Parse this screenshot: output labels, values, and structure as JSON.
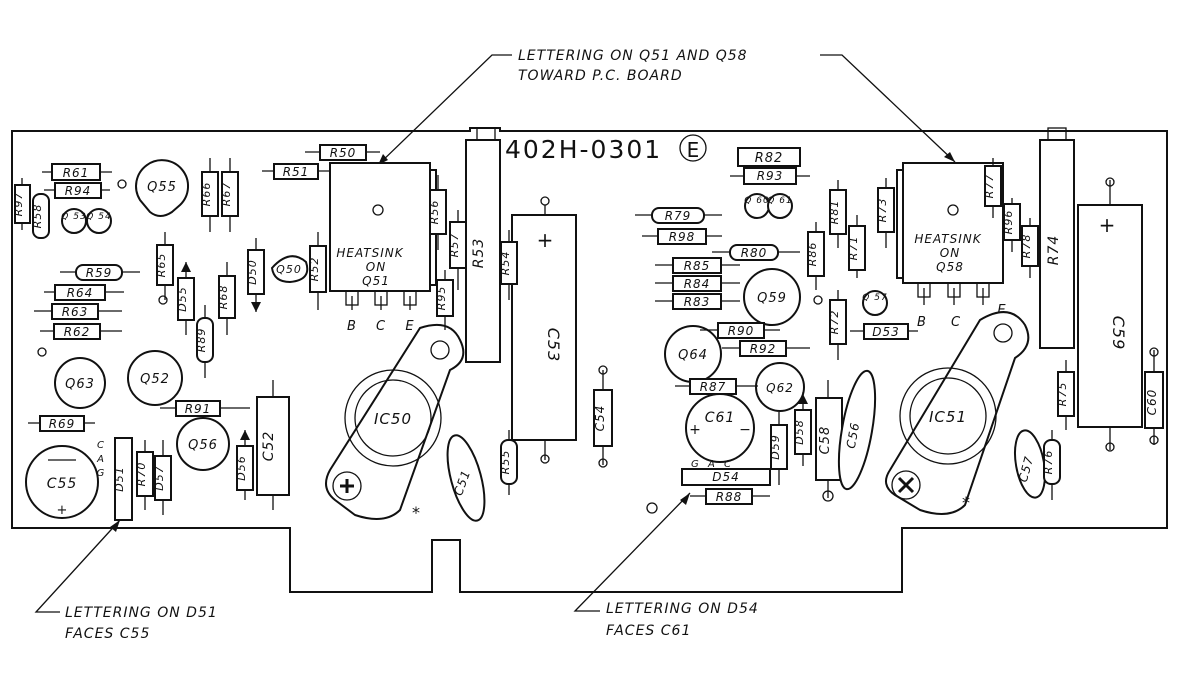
{
  "board": {
    "part_number": "402H-0301",
    "revision": "E"
  },
  "notes": {
    "q51_q58": [
      "LETTERING ON Q51 AND Q58",
      "TOWARD P.C. BOARD"
    ],
    "d51": [
      "LETTERING ON D51",
      "FACES C55"
    ],
    "d54": [
      "LETTERING ON D54",
      "FACES C61"
    ]
  },
  "heatsinks": {
    "q51": [
      "HEATSINK",
      "ON",
      "Q51"
    ],
    "q58": [
      "HEATSINK",
      "ON",
      "Q58"
    ],
    "q51_pins": [
      "B",
      "C",
      "E"
    ],
    "q58_pins": [
      "B",
      "C",
      "E"
    ]
  },
  "ics": {
    "ic50": "IC50",
    "ic51": "IC51"
  },
  "capacitors": {
    "c51": "C51",
    "c52": "C52",
    "c53": "C53",
    "c54": "C54",
    "c55": "C55",
    "c56": "C56",
    "c57": "C57",
    "c58": "C58",
    "c59": "C59",
    "c60": "C60",
    "c61": "C61"
  },
  "transistors": {
    "q50": "Q50",
    "q52": "Q52",
    "q53": "Q 53",
    "q54": "Q 54",
    "q55": "Q55",
    "q56": "Q56",
    "q57": "Q 57",
    "q59": "Q59",
    "q60": "Q 60",
    "q61": "Q 61",
    "q62": "Q62",
    "q63": "Q63",
    "q64": "Q64"
  },
  "diodes": {
    "d50": "D50",
    "d51": "D51",
    "d53": "D53",
    "d54": "D54",
    "d55": "D55",
    "d56": "D56",
    "d57": "D57",
    "d58": "D58",
    "d59": "D59"
  },
  "d51_pins": [
    "C",
    "A",
    "G"
  ],
  "d54_pins": [
    "G",
    "A",
    "C"
  ],
  "resistors": {
    "r50": "R50",
    "r51": "R51",
    "r52": "R52",
    "r53": "R53",
    "r54": "R54",
    "r55": "R55",
    "r56": "R56",
    "r57": "R57",
    "r58": "R58",
    "r59": "R59",
    "r61": "R61",
    "r62": "R62",
    "r63": "R63",
    "r64": "R64",
    "r65": "R65",
    "r66": "R66",
    "r67": "R67",
    "r68": "R68",
    "r69": "R69",
    "r70": "R70",
    "r71": "R71",
    "r72": "R72",
    "r73": "R73",
    "r74": "R74",
    "r75": "R75",
    "r76": "R76",
    "r77": "R77",
    "r78": "R78",
    "r79": "R79",
    "r80": "R80",
    "r81": "R81",
    "r82": "R82",
    "r83": "R83",
    "r84": "R84",
    "r85": "R85",
    "r86": "R86",
    "r87": "R87",
    "r88": "R88",
    "r89": "R89",
    "r90": "R90",
    "r91": "R91",
    "r92": "R92",
    "r93": "R93",
    "r94": "R94",
    "r95": "R95",
    "r96": "R96",
    "r97": "R97",
    "r98": "R98"
  },
  "symbols": {
    "plus": "+",
    "minus": "−",
    "star": "*"
  }
}
